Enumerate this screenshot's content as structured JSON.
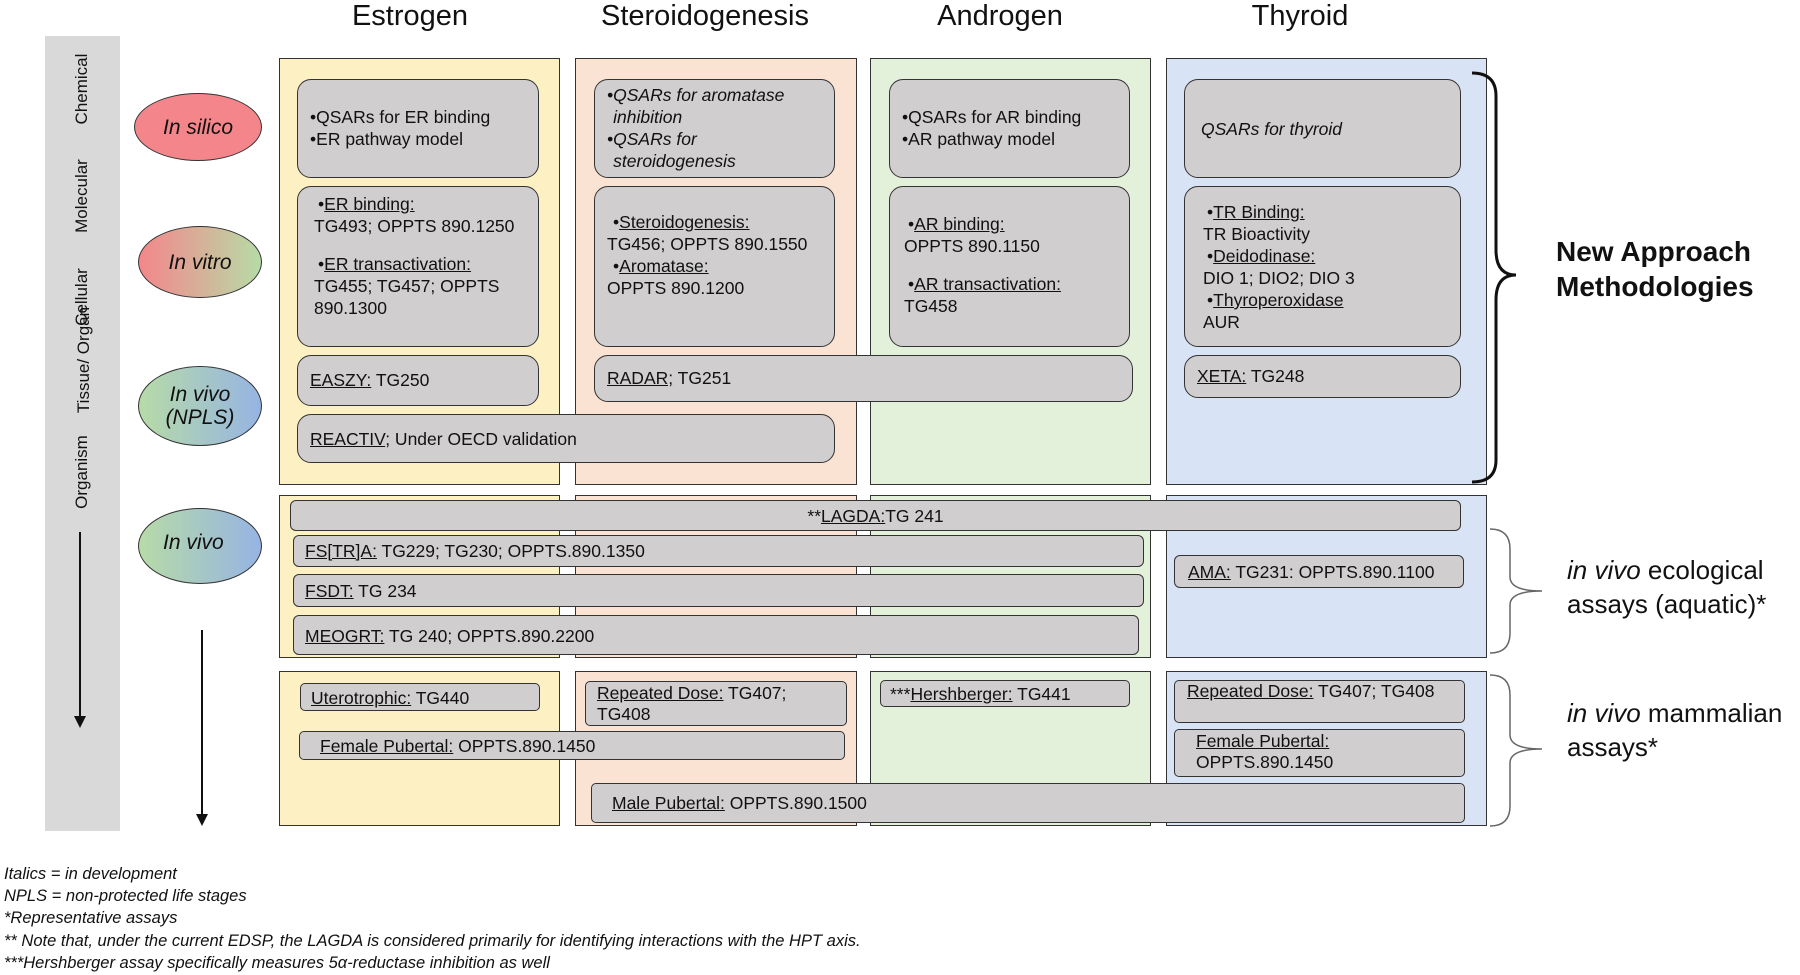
{
  "headers": [
    "Estrogen",
    "Steroidogenesis",
    "Androgen",
    "Thyroid"
  ],
  "sidebar": {
    "levels": [
      "Chemical",
      "Molecular",
      "Cellular",
      "Tissue/ Organ",
      "Organism"
    ],
    "colors": {
      "bar": "#d9d9d9"
    }
  },
  "approaches": {
    "in_silico": "In silico",
    "in_vitro": "In vitro",
    "in_vivo_npls": "In vivo (NPLS)",
    "in_vivo": "In vivo"
  },
  "colors": {
    "estrogen": "#fdf0c2",
    "steroidogenesis": "#fbe3d3",
    "androgen": "#e3f1da",
    "thyroid": "#d9e3f6",
    "box": "#d0cecf",
    "in_silico": "#f4868b",
    "in_vitro_left": "#f4868b",
    "in_vitro_right": "#b7dba6",
    "in_vivo_left": "#b7dba6",
    "in_vivo_right": "#96b4e3"
  },
  "nam": {
    "estrogen_silico": [
      "QSARs for ER binding",
      "ER pathway model"
    ],
    "steroid_silico": [
      "QSARs for aromatase inhibition",
      "QSARs for steroidogenesis"
    ],
    "androgen_silico": [
      "QSARs for AR binding",
      "AR pathway model"
    ],
    "thyroid_silico": "QSARs for thyroid",
    "estrogen_vitro": {
      "b1_label": "ER binding:",
      "b1_text": "TG493; OPPTS 890.1250",
      "b2_label": "ER transactivation:",
      "b2_text": "TG455; TG457; OPPTS 890.1300"
    },
    "steroid_vitro": {
      "b1_label": "Steroidogenesis:",
      "b1_text": "TG456; OPPTS 890.1550",
      "b2_label": "Aromatase:",
      "b2_text": "OPPTS 890.1200"
    },
    "androgen_vitro": {
      "b1_label": "AR binding:",
      "b1_text": "OPPTS 890.1150",
      "b2_label": "AR transactivation:",
      "b2_text": "TG458"
    },
    "thyroid_vitro": {
      "b1_label": "TR Binding:",
      "b1_text": "TR Bioactivity",
      "b2_label": "Deidodinase:",
      "b2_text": "DIO 1; DIO2; DIO 3",
      "b3_label": "Thyroperoxidase",
      "b3_text": "AUR"
    },
    "easzy": {
      "label": "EASZY:",
      "text": " TG250"
    },
    "radar": {
      "label": "RADAR;",
      "text": " TG251"
    },
    "xeta": {
      "label": "XETA:",
      "text": " TG248"
    },
    "reactiv": {
      "label": "REACTIV",
      "text": "; Under OECD validation"
    },
    "title": "New Approach Methodologies"
  },
  "eco": {
    "lagda": {
      "prefix": "**",
      "label": "LAGDA:",
      "text": "TG 241"
    },
    "fstra": {
      "label": "FS[TR]A:",
      "text": " TG229; TG230; OPPTS.890.1350"
    },
    "fsdt": {
      "label": "FSDT:",
      "text": " TG 234"
    },
    "meogrt": {
      "label": "MEOGRT:",
      "text": " TG 240; OPPTS.890.2200"
    },
    "ama": {
      "label": "AMA:",
      "text": " TG231: OPPTS.890.1100"
    },
    "title_italic": "in vivo",
    "title_rest": " ecological assays (aquatic)*"
  },
  "mammal": {
    "uterotrophic": {
      "label": "Uterotrophic:",
      "text": " TG440"
    },
    "female_pubertal_e": {
      "label": "Female Pubertal:",
      "text": " OPPTS.890.1450"
    },
    "repeated_dose_s": {
      "label": "Repeated Dose:",
      "text": " TG407; TG408"
    },
    "hershberger": {
      "prefix": "***",
      "label": "Hershberger:",
      "text": " TG441"
    },
    "repeated_dose_t": {
      "label": "Repeated Dose:",
      "text": " TG407; TG408"
    },
    "female_pubertal_t": {
      "label": "Female Pubertal:",
      "text": " OPPTS.890.1450"
    },
    "male_pubertal": {
      "label": "Male Pubertal:",
      "text": " OPPTS.890.1500"
    },
    "title_italic": "in vivo",
    "title_rest": " mammalian assays*"
  },
  "footnotes": [
    "Italics = in development",
    "NPLS = non-protected life stages",
    "*Representative assays",
    "** Note that, under the current EDSP, the LAGDA is considered primarily for identifying interactions with the HPT axis.",
    "***Hershberger assay specifically measures 5α-reductase inhibition as well"
  ]
}
